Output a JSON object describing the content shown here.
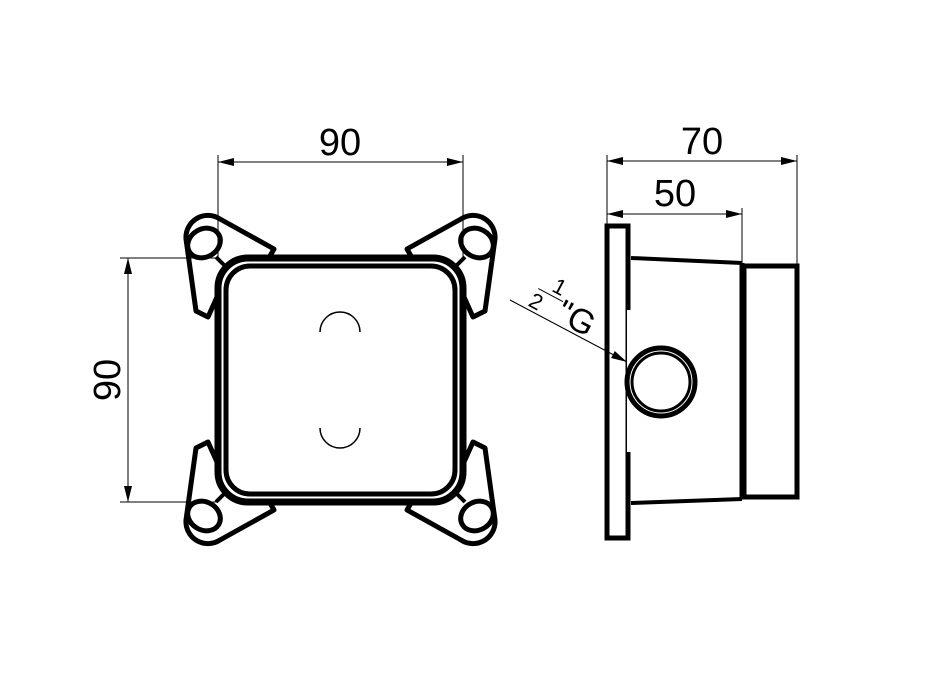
{
  "front_view": {
    "width_dimension": "90",
    "height_dimension": "90"
  },
  "side_view": {
    "overall_depth_dimension": "70",
    "body_depth_dimension": "50",
    "thread_label": {
      "numerator": "1",
      "denominator": "2",
      "suffix": "\"G"
    }
  },
  "colors": {
    "line": "#000000",
    "background": "#ffffff"
  }
}
